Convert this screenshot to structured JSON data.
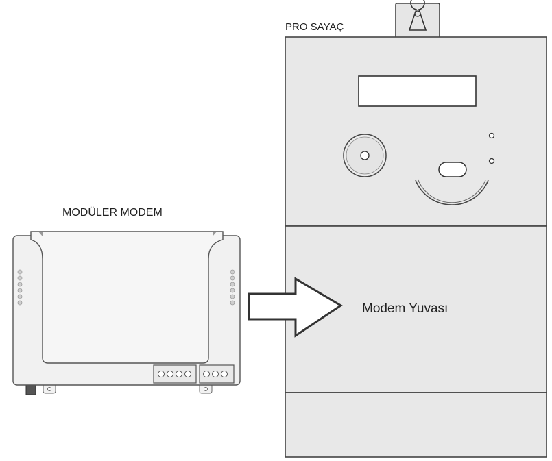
{
  "labels": {
    "meter": "PRO SAYAÇ",
    "modem": "MODÜLER MODEM",
    "slot": "Modem Yuvası"
  },
  "colors": {
    "outline": "#444444",
    "meter_fill": "#e8e8e8",
    "modem_fill": "#f1f1f1",
    "background": "#ffffff"
  },
  "icons": {
    "hanger": "keyhole-hanger-icon",
    "arrow": "right-arrow-icon",
    "optical_port": "optical-port-icon",
    "indicator_leds": "led-indicator-icon"
  }
}
